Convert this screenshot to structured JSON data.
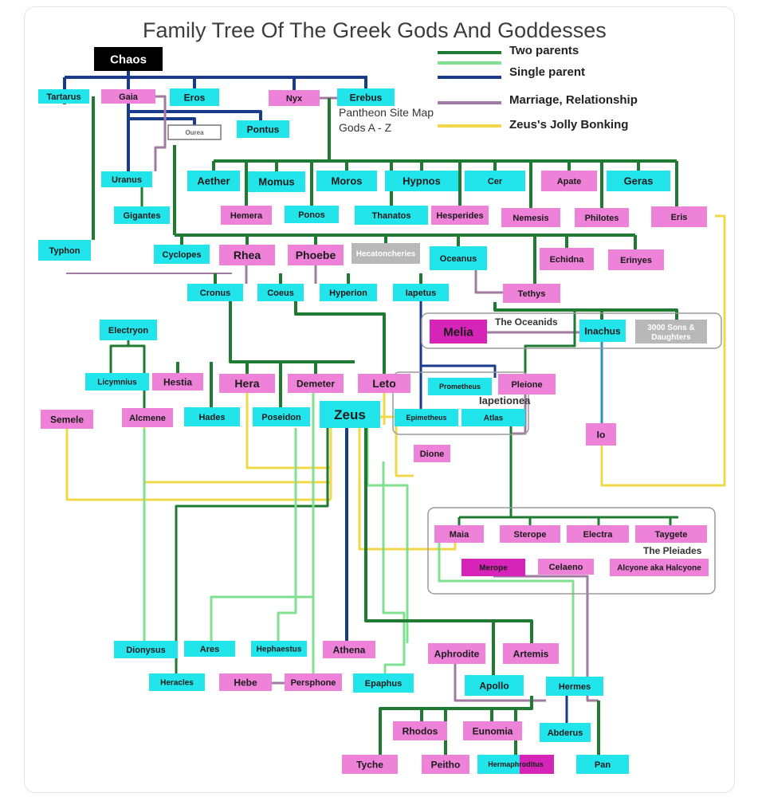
{
  "title": "Family Tree Of The Greek Gods And Goddesses",
  "legend": [
    {
      "label": "Two parents",
      "color": "#1f7a32",
      "color2": "#7fe08f"
    },
    {
      "label": "Single parent",
      "color": "#1a3a8c"
    },
    {
      "label": "Marriage, Relationship",
      "color": "#a07aa0"
    },
    {
      "label": "Zeus's Jolly Bonking",
      "color": "#f0d84a"
    }
  ],
  "notes": {
    "sitemap_line1": "Pantheon Site Map",
    "sitemap_line2": "Gods A - Z",
    "oceanids": "The Oceanids",
    "iapetionea": "Iapetionea",
    "pleiades": "The Pleiades"
  },
  "nodes": [
    {
      "id": "chaos",
      "label": "Chaos",
      "kind": "black"
    },
    {
      "id": "tartarus",
      "label": "Tartarus",
      "kind": "cyan"
    },
    {
      "id": "gaia",
      "label": "Gaia",
      "kind": "pink"
    },
    {
      "id": "eros",
      "label": "Eros",
      "kind": "cyan"
    },
    {
      "id": "nyx",
      "label": "Nyx",
      "kind": "pink"
    },
    {
      "id": "erebus",
      "label": "Erebus",
      "kind": "cyan"
    },
    {
      "id": "ourea",
      "label": "Ourea",
      "kind": "white"
    },
    {
      "id": "pontus",
      "label": "Pontus",
      "kind": "cyan"
    },
    {
      "id": "uranus",
      "label": "Uranus",
      "kind": "cyan"
    },
    {
      "id": "gigantes",
      "label": "Gigantes",
      "kind": "cyan"
    },
    {
      "id": "typhon",
      "label": "Typhon",
      "kind": "cyan"
    },
    {
      "id": "aether",
      "label": "Aether",
      "kind": "cyan"
    },
    {
      "id": "momus",
      "label": "Momus",
      "kind": "cyan"
    },
    {
      "id": "moros",
      "label": "Moros",
      "kind": "cyan"
    },
    {
      "id": "hypnos",
      "label": "Hypnos",
      "kind": "cyan"
    },
    {
      "id": "cer",
      "label": "Cer",
      "kind": "cyan"
    },
    {
      "id": "apate",
      "label": "Apate",
      "kind": "pink"
    },
    {
      "id": "geras",
      "label": "Geras",
      "kind": "cyan"
    },
    {
      "id": "hemera",
      "label": "Hemera",
      "kind": "pink"
    },
    {
      "id": "ponos",
      "label": "Ponos",
      "kind": "cyan"
    },
    {
      "id": "thanatos",
      "label": "Thanatos",
      "kind": "cyan"
    },
    {
      "id": "hesperides",
      "label": "Hesperides",
      "kind": "pink"
    },
    {
      "id": "nemesis",
      "label": "Nemesis",
      "kind": "pink"
    },
    {
      "id": "philotes",
      "label": "Philotes",
      "kind": "pink"
    },
    {
      "id": "eris",
      "label": "Eris",
      "kind": "pink"
    },
    {
      "id": "cyclopes",
      "label": "Cyclopes",
      "kind": "cyan"
    },
    {
      "id": "rhea",
      "label": "Rhea",
      "kind": "pink"
    },
    {
      "id": "phoebe",
      "label": "Phoebe",
      "kind": "pink"
    },
    {
      "id": "hecatoncheries",
      "label": "Hecatoncheries",
      "kind": "gray"
    },
    {
      "id": "oceanus",
      "label": "Oceanus",
      "kind": "cyan"
    },
    {
      "id": "echidna",
      "label": "Echidna",
      "kind": "pink"
    },
    {
      "id": "erinyes",
      "label": "Erinyes",
      "kind": "pink"
    },
    {
      "id": "cronus",
      "label": "Cronus",
      "kind": "cyan"
    },
    {
      "id": "coeus",
      "label": "Coeus",
      "kind": "cyan"
    },
    {
      "id": "hyperion",
      "label": "Hyperion",
      "kind": "cyan"
    },
    {
      "id": "iapetus",
      "label": "Iapetus",
      "kind": "cyan"
    },
    {
      "id": "tethys",
      "label": "Tethys",
      "kind": "pink"
    },
    {
      "id": "electryon",
      "label": "Electryon",
      "kind": "cyan"
    },
    {
      "id": "melia",
      "label": "Melia",
      "kind": "magenta"
    },
    {
      "id": "inachus",
      "label": "Inachus",
      "kind": "cyan"
    },
    {
      "id": "sons",
      "label": "3000 Sons & Daughters",
      "kind": "gray"
    },
    {
      "id": "licymnius",
      "label": "Licymnius",
      "kind": "cyan"
    },
    {
      "id": "hestia",
      "label": "Hestia",
      "kind": "pink"
    },
    {
      "id": "hera",
      "label": "Hera",
      "kind": "pink"
    },
    {
      "id": "demeter",
      "label": "Demeter",
      "kind": "pink"
    },
    {
      "id": "leto",
      "label": "Leto",
      "kind": "pink"
    },
    {
      "id": "prometheus",
      "label": "Prometheus",
      "kind": "cyan"
    },
    {
      "id": "pleione",
      "label": "Pleione",
      "kind": "pink"
    },
    {
      "id": "semele",
      "label": "Semele",
      "kind": "pink"
    },
    {
      "id": "alcmene",
      "label": "Alcmene",
      "kind": "pink"
    },
    {
      "id": "hades",
      "label": "Hades",
      "kind": "cyan"
    },
    {
      "id": "poseidon",
      "label": "Poseidon",
      "kind": "cyan"
    },
    {
      "id": "zeus",
      "label": "Zeus",
      "kind": "cyan"
    },
    {
      "id": "epimetheus",
      "label": "Epimetheus",
      "kind": "cyan"
    },
    {
      "id": "atlas",
      "label": "Atlas",
      "kind": "cyan"
    },
    {
      "id": "io",
      "label": "Io",
      "kind": "pink"
    },
    {
      "id": "dione",
      "label": "Dione",
      "kind": "pink"
    },
    {
      "id": "maia",
      "label": "Maia",
      "kind": "pink"
    },
    {
      "id": "sterope",
      "label": "Sterope",
      "kind": "pink"
    },
    {
      "id": "electra",
      "label": "Electra",
      "kind": "pink"
    },
    {
      "id": "taygete",
      "label": "Taygete",
      "kind": "pink"
    },
    {
      "id": "merope",
      "label": "Merope",
      "kind": "magenta"
    },
    {
      "id": "celaeno",
      "label": "Celaeno",
      "kind": "pink"
    },
    {
      "id": "alcyone",
      "label": "Alcyone aka Halcyone",
      "kind": "pink"
    },
    {
      "id": "dionysus",
      "label": "Dionysus",
      "kind": "cyan"
    },
    {
      "id": "ares",
      "label": "Ares",
      "kind": "cyan"
    },
    {
      "id": "hephaestus",
      "label": "Hephaestus",
      "kind": "cyan"
    },
    {
      "id": "athena",
      "label": "Athena",
      "kind": "pink"
    },
    {
      "id": "aphrodite",
      "label": "Aphrodite",
      "kind": "pink"
    },
    {
      "id": "artemis",
      "label": "Artemis",
      "kind": "pink"
    },
    {
      "id": "heracles",
      "label": "Heracles",
      "kind": "cyan"
    },
    {
      "id": "hebe",
      "label": "Hebe",
      "kind": "pink"
    },
    {
      "id": "persphone",
      "label": "Persphone",
      "kind": "pink"
    },
    {
      "id": "epaphus",
      "label": "Epaphus",
      "kind": "cyan"
    },
    {
      "id": "apollo",
      "label": "Apollo",
      "kind": "cyan"
    },
    {
      "id": "hermes",
      "label": "Hermes",
      "kind": "cyan"
    },
    {
      "id": "rhodos",
      "label": "Rhodos",
      "kind": "pink"
    },
    {
      "id": "eunomia",
      "label": "Eunomia",
      "kind": "pink"
    },
    {
      "id": "abderus",
      "label": "Abderus",
      "kind": "cyan"
    },
    {
      "id": "tyche",
      "label": "Tyche",
      "kind": "pink"
    },
    {
      "id": "peitho",
      "label": "Peitho",
      "kind": "pink"
    },
    {
      "id": "hermaphroditus",
      "label": "Hermaphroditus",
      "kind": "split"
    },
    {
      "id": "pan",
      "label": "Pan",
      "kind": "cyan"
    }
  ],
  "colors": {
    "cyan": "#22e5ec",
    "pink": "#ee82d8",
    "magenta": "#d624b8",
    "gray": "#b8b8b8",
    "black": "#000000",
    "green": "#1f7a32",
    "lightgreen": "#7fe08f",
    "blue": "#1a3a8c",
    "mauve": "#a07aa0",
    "yellow": "#f0d84a",
    "steel": "#2a90c0"
  }
}
